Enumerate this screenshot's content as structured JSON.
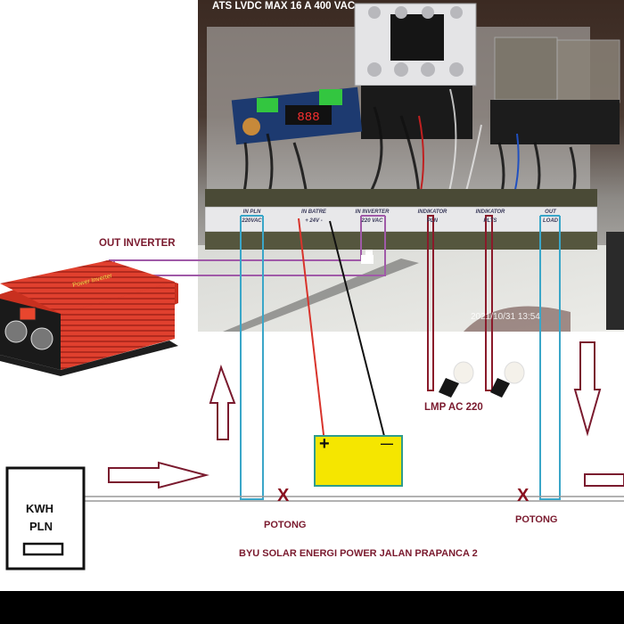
{
  "title": "BYU SOLAR ENERGI POWER JALAN PRAPANCA 2",
  "panel": {
    "header": "ATS LVDC MAX 16 A 400  VAC",
    "terminal_groups": [
      {
        "name": "IN PLN",
        "sub": "220VAC"
      },
      {
        "name": "IN BATRE",
        "sub": "+ 24V -"
      },
      {
        "name": "IN INVERTER",
        "sub": "220 VAC"
      },
      {
        "name": "INDIKATOR",
        "sub": "PLN"
      },
      {
        "name": "INDIKATOR",
        "sub": "PLTS"
      },
      {
        "name": "OUT",
        "sub": "LOAD"
      }
    ],
    "display_digits": "888",
    "photo_timestamp": "2021/10/31 13:54"
  },
  "labels": {
    "out_inverter": "OUT INVERTER",
    "lamp": "LMP AC 220",
    "kwh_line1": "KWH",
    "kwh_line2": "PLN",
    "cut_left": "POTONG",
    "cut_right": "POTONG",
    "cut_mark": "X",
    "battery_plus": "+",
    "battery_minus": "—",
    "inverter_brand": "Power Inverter"
  },
  "colors": {
    "pln_wire": "#3aa6c8",
    "inverter_wire": "#a05aa8",
    "battery_pos_wire": "#d8342c",
    "battery_neg_wire": "#111111",
    "indicator_wire": "#8a1a2a",
    "arrow": "#7a1a2e",
    "battery_fill": "#f5e600",
    "battery_border": "#2f9c8c",
    "inverter_body": "#e0402e"
  }
}
